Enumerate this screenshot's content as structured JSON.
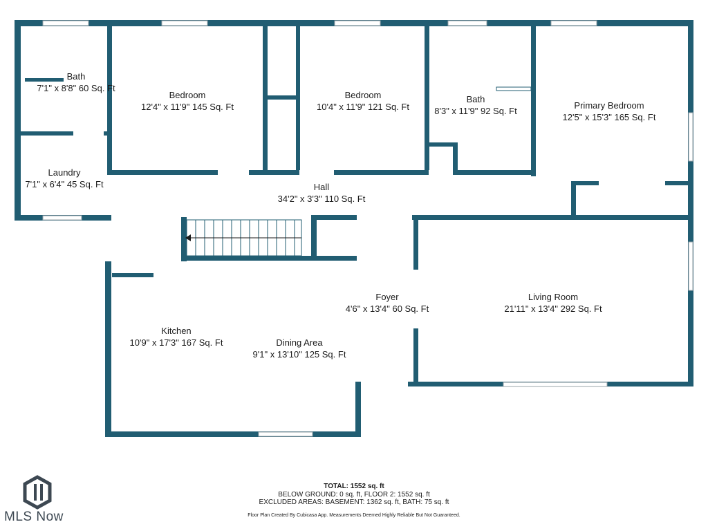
{
  "rooms": [
    {
      "id": "bath-1",
      "name": "Bath",
      "dims": "7'1\" x 8'8\" 60 Sq. Ft"
    },
    {
      "id": "bedroom-1",
      "name": "Bedroom",
      "dims": "12'4\" x 11'9\" 145 Sq. Ft"
    },
    {
      "id": "bedroom-2",
      "name": "Bedroom",
      "dims": "10'4\" x 11'9\" 121 Sq. Ft"
    },
    {
      "id": "bath-2",
      "name": "Bath",
      "dims": "8'3\" x 11'9\" 92 Sq. Ft"
    },
    {
      "id": "primary-bedroom",
      "name": "Primary Bedroom",
      "dims": "12'5\" x 15'3\" 165 Sq. Ft"
    },
    {
      "id": "laundry",
      "name": "Laundry",
      "dims": "7'1\" x 6'4\" 45 Sq. Ft"
    },
    {
      "id": "hall",
      "name": "Hall",
      "dims": "34'2\" x 3'3\" 110 Sq. Ft"
    },
    {
      "id": "foyer",
      "name": "Foyer",
      "dims": "4'6\" x 13'4\" 60 Sq. Ft"
    },
    {
      "id": "living-room",
      "name": "Living Room",
      "dims": "21'11\" x 13'4\" 292 Sq. Ft"
    },
    {
      "id": "kitchen",
      "name": "Kitchen",
      "dims": "10'9\" x 17'3\" 167 Sq. Ft"
    },
    {
      "id": "dining-area",
      "name": "Dining Area",
      "dims": "9'1\" x 13'10\" 125 Sq. Ft"
    }
  ],
  "footer": {
    "total": "TOTAL: 1552 sq. ft",
    "line1": "BELOW GROUND: 0 sq. ft, FLOOR 2: 1552 sq. ft",
    "line2": "EXCLUDED AREAS: BASEMENT: 1362 sq. ft, BATH: 75 sq. ft",
    "credit": "Floor Plan Created By Cubicasa App. Measurements Deemed Highly Reliable But Not Guaranteed."
  },
  "logo": {
    "text": "MLS Now"
  },
  "colors": {
    "wall": "#215d72",
    "window": "#9aa4aa",
    "text": "#1b1b1b"
  }
}
